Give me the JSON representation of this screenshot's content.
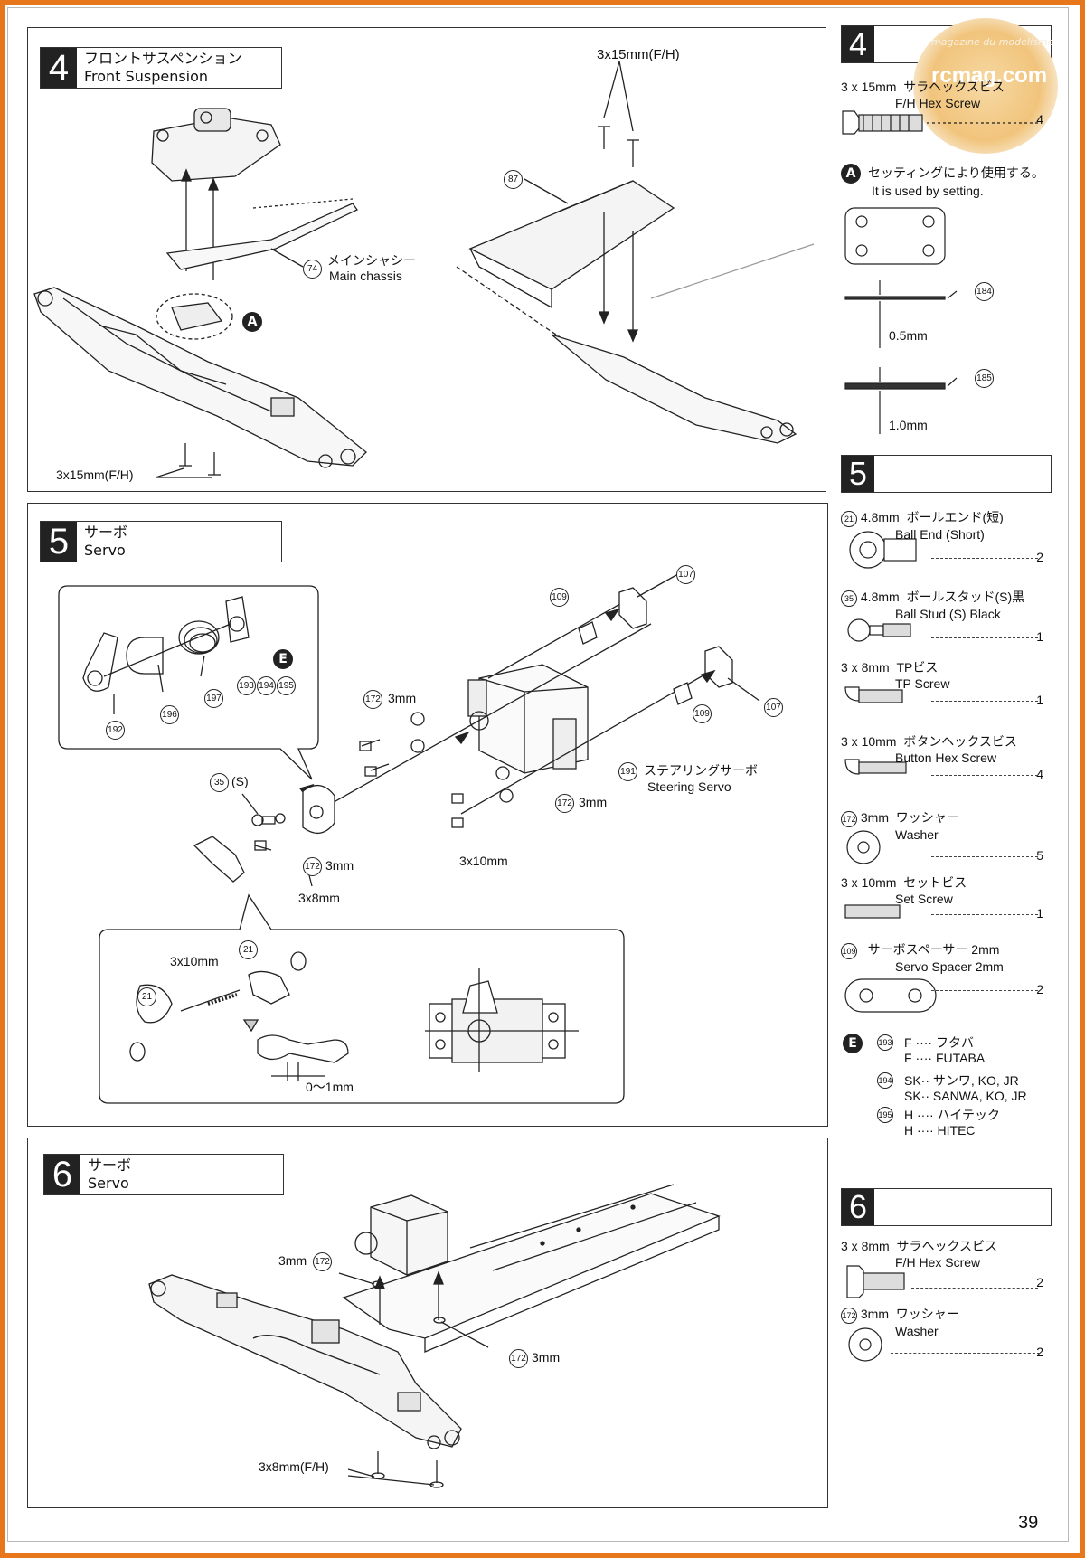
{
  "page_number": "39",
  "watermark": {
    "site": "rcmag.com",
    "tagline": "magazine du modelisme"
  },
  "colors": {
    "frame": "#e8761b"
  },
  "step4": {
    "num": "4",
    "title_ja": "フロントサスペンション",
    "title_en": "Front Suspension",
    "screw_top": "3x15mm(F/H)",
    "screw_bottom": "3x15mm(F/H)",
    "chassis_ja": "メインシャシー",
    "chassis_en": "Main chassis",
    "ref_chassis": "74",
    "ref_plate": "87",
    "letter_a": "A"
  },
  "step5": {
    "num": "5",
    "title_ja": "サーボ",
    "title_en": "Servo",
    "refs": {
      "r107a": "107",
      "r107b": "107",
      "r109a": "109",
      "r109b": "109",
      "r172a": "172",
      "r172b": "172",
      "r172c": "172",
      "r191": "191",
      "r192": "192",
      "r196": "196",
      "r197": "197",
      "r193": "193",
      "r194": "194",
      "r195": "195",
      "r35": "35",
      "r21a": "21",
      "r21b": "21"
    },
    "letter_e": "E",
    "washer_a": "3mm",
    "washer_b": "3mm",
    "washer_c": "3mm",
    "stud_s": "(S)",
    "servo_ja": "ステアリングサーボ",
    "servo_en": "Steering Servo",
    "screw_3x10": "3x10mm",
    "screw_3x8": "3x8mm",
    "detail_3x10": "3x10mm",
    "gap": "0〜1mm"
  },
  "step6": {
    "num": "6",
    "title_ja": "サーボ",
    "title_en": "Servo",
    "washer_a": "3mm",
    "washer_b": "3mm",
    "ref_a": "172",
    "ref_b": "172",
    "screw": "3x8mm(F/H)"
  },
  "side4": {
    "num": "4",
    "p1_size": "3 x 15mm",
    "p1_ja": "サラヘックスビス",
    "p1_en": "F/H Hex Screw",
    "p1_qty": "4",
    "a_ja": "セッティングにより使用する。",
    "a_en": "It is used by setting.",
    "letter_a": "A",
    "s184": "184",
    "s184_t": "0.5mm",
    "s185": "185",
    "s185_t": "1.0mm"
  },
  "side5": {
    "num": "5",
    "items": [
      {
        "ref": "21",
        "size": "4.8mm",
        "ja": "ボールエンド(短)",
        "en": "Ball End (Short)",
        "qty": "2"
      },
      {
        "ref": "35",
        "size": "4.8mm",
        "ja": "ボールスタッド(S)黒",
        "en": "Ball Stud (S) Black",
        "qty": "1"
      },
      {
        "ref": "",
        "size": "3 x 8mm",
        "ja": "TPビス",
        "en": "TP Screw",
        "qty": "1"
      },
      {
        "ref": "",
        "size": "3 x 10mm",
        "ja": "ボタンヘックスビス",
        "en": "Button Hex Screw",
        "qty": "4"
      },
      {
        "ref": "172",
        "size": "3mm",
        "ja": "ワッシャー",
        "en": "Washer",
        "qty": "5"
      },
      {
        "ref": "",
        "size": "3 x 10mm",
        "ja": "セットビス",
        "en": "Set Screw",
        "qty": "1"
      },
      {
        "ref": "109",
        "size": "",
        "ja": "サーボスペーサー 2mm",
        "en": "Servo Spacer  2mm",
        "qty": "2"
      }
    ],
    "letter_e": "E",
    "brands": [
      {
        "ref": "193",
        "code_ja": "F ···· フタバ",
        "code_en": "F ···· FUTABA"
      },
      {
        "ref": "194",
        "code_ja": "SK·· サンワ, KO, JR",
        "code_en": "SK·· SANWA, KO, JR"
      },
      {
        "ref": "195",
        "code_ja": "H ···· ハイテック",
        "code_en": "H ···· HITEC"
      }
    ]
  },
  "side6": {
    "num": "6",
    "p1_size": "3 x 8mm",
    "p1_ja": "サラヘックスビス",
    "p1_en": "F/H Hex Screw",
    "p1_qty": "2",
    "p2_ref": "172",
    "p2_size": "3mm",
    "p2_ja": "ワッシャー",
    "p2_en": "Washer",
    "p2_qty": "2"
  }
}
